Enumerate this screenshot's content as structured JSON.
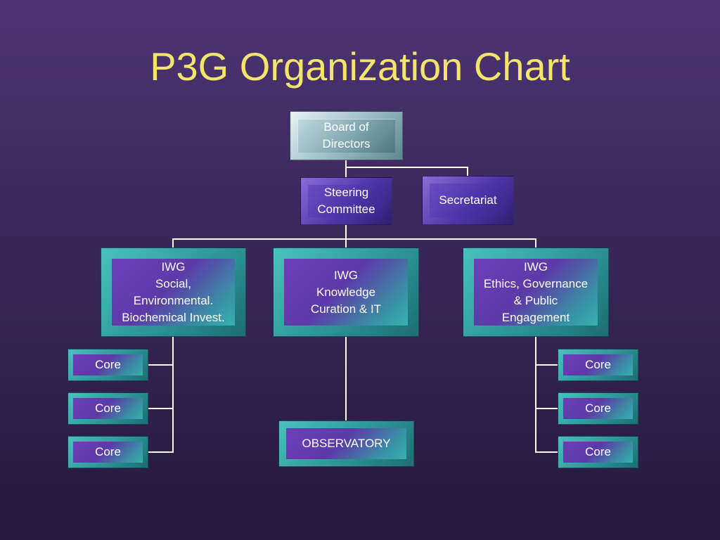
{
  "title": "P3G Organization Chart",
  "nodes": {
    "board": "Board of\nDirectors",
    "steering": "Steering\nCommittee",
    "secretariat": "Secretariat",
    "iwg_social": "IWG\nSocial,\nEnvironmental.\nBiochemical Invest.",
    "iwg_knowledge": "IWG\nKnowledge\nCuration & IT",
    "iwg_ethics": "IWG\nEthics, Governance\n& Public\nEngagement",
    "observatory": "OBSERVATORY",
    "core_left_1": "Core",
    "core_left_2": "Core",
    "core_left_3": "Core",
    "core_right_1": "Core",
    "core_right_2": "Core",
    "core_right_3": "Core"
  },
  "colors": {
    "title": "#f3e46b",
    "connector": "#ffffff",
    "purple_box": "#4f35a8",
    "teal_box": "#2f9b9b"
  }
}
